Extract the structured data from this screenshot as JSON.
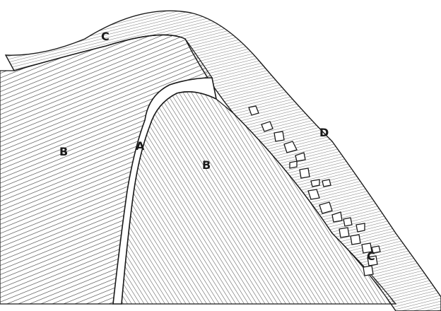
{
  "figure": {
    "labels": {
      "a": "A",
      "b_left": "B",
      "b_right": "B",
      "c_top": "C",
      "c_bottom": "C",
      "d": "D"
    },
    "colors": {
      "background": "#ffffff",
      "ink": "#1a1a1a",
      "hatch": "#3a3a3a",
      "light_hatch": "#6a6a6a",
      "vein_fill": "#ffffff"
    },
    "description_elements": [
      "stratified-rock-hatching",
      "vein-a",
      "rock-mass-b",
      "overlying-layer-c",
      "surface-deposit-d",
      "rock-fragments"
    ]
  }
}
